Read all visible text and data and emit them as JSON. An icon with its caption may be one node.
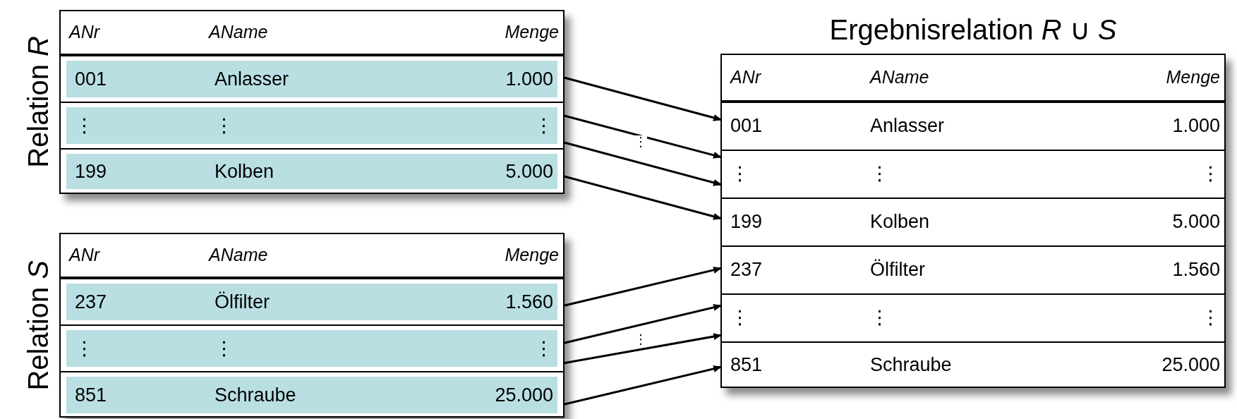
{
  "diagram": {
    "nodes": [
      {
        "text": [
          "Relation *R*"
        ]
      },
      {
        "text": [
          "ANr",
          "AName",
          "Menge"
        ],
        "in": 0
      },
      {
        "text": [
          "001",
          "Anlasser",
          "1.000"
        ],
        "in": 0
      },
      {
        "text": [
          "⋮",
          "⋮",
          "⋮"
        ],
        "in": 0
      },
      {
        "text": [
          "199",
          "Kolben",
          "5.000"
        ],
        "in": 0
      },
      {
        "text": [
          "Relation *S*"
        ]
      },
      {
        "text": [
          "ANr",
          "AName",
          "Menge"
        ],
        "in": 5
      },
      {
        "text": [
          "237",
          "Ölfilter",
          "1.560"
        ],
        "in": 5
      },
      {
        "text": [
          "⋮",
          "⋮",
          "⋮"
        ],
        "in": 5
      },
      {
        "text": [
          "851",
          "Schraube",
          "25.000"
        ],
        "in": 5
      },
      {
        "text": [
          "Ergebnisrelation *R* ∪ *S*"
        ]
      },
      {
        "text": [
          "ANr",
          "AName",
          "Menge"
        ],
        "in": 10
      },
      {
        "text": [
          "001",
          "Anlasser",
          "1.000"
        ],
        "in": 10
      },
      {
        "text": [
          "⋮",
          "⋮",
          "⋮"
        ],
        "in": 10
      },
      {
        "text": [
          "199",
          "Kolben",
          "5.000"
        ],
        "in": 10
      },
      {
        "text": [
          "237",
          "Ölfilter",
          "1.560"
        ],
        "in": 10
      },
      {
        "text": [
          "⋮",
          "⋮",
          "⋮"
        ],
        "in": 10
      },
      {
        "text": [
          "851",
          "Schraube",
          "25.000"
        ],
        "in": 10
      }
    ],
    "edges": [
      {
        "from": 2,
        "to": 12,
        "arrow": "to"
      },
      {
        "from": 3,
        "to": 13,
        "arrow": "to"
      },
      {
        "from": 3,
        "to": 13,
        "arrow": "to"
      },
      {
        "from": 4,
        "to": 14,
        "arrow": "to"
      },
      {
        "from": 7,
        "to": 15,
        "arrow": "to"
      },
      {
        "from": 8,
        "to": 16,
        "arrow": "to"
      },
      {
        "from": 8,
        "to": 16,
        "arrow": "to"
      },
      {
        "from": 9,
        "to": 17,
        "arrow": "to"
      }
    ],
    "labels": [
      "⋮",
      "⋮"
    ]
  }
}
